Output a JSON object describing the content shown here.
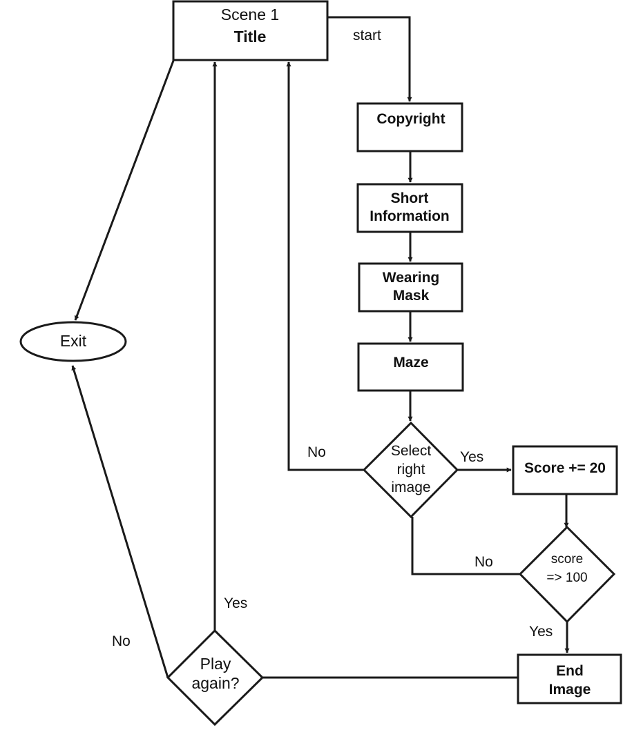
{
  "nodes": {
    "title": {
      "line1": "Scene 1",
      "line2": "Title"
    },
    "copyright": {
      "label": "Copyright"
    },
    "short_info": {
      "line1": "Short",
      "line2": "Information"
    },
    "wearing_mask": {
      "line1": "Wearing",
      "line2": "Mask"
    },
    "maze": {
      "label": "Maze"
    },
    "select_image": {
      "line1": "Select",
      "line2": "right",
      "line3": "image"
    },
    "score_add": {
      "label": "Score += 20"
    },
    "score_check": {
      "line1": "score",
      "line2": "=> 100"
    },
    "end_image": {
      "line1": "End",
      "line2": "Image"
    },
    "play_again": {
      "line1": "Play",
      "line2": "again?"
    },
    "exit": {
      "label": "Exit"
    }
  },
  "edges": {
    "start": "start",
    "select_no": "No",
    "select_yes": "Yes",
    "score_no": "No",
    "score_yes": "Yes",
    "play_yes": "Yes",
    "play_no": "No"
  }
}
